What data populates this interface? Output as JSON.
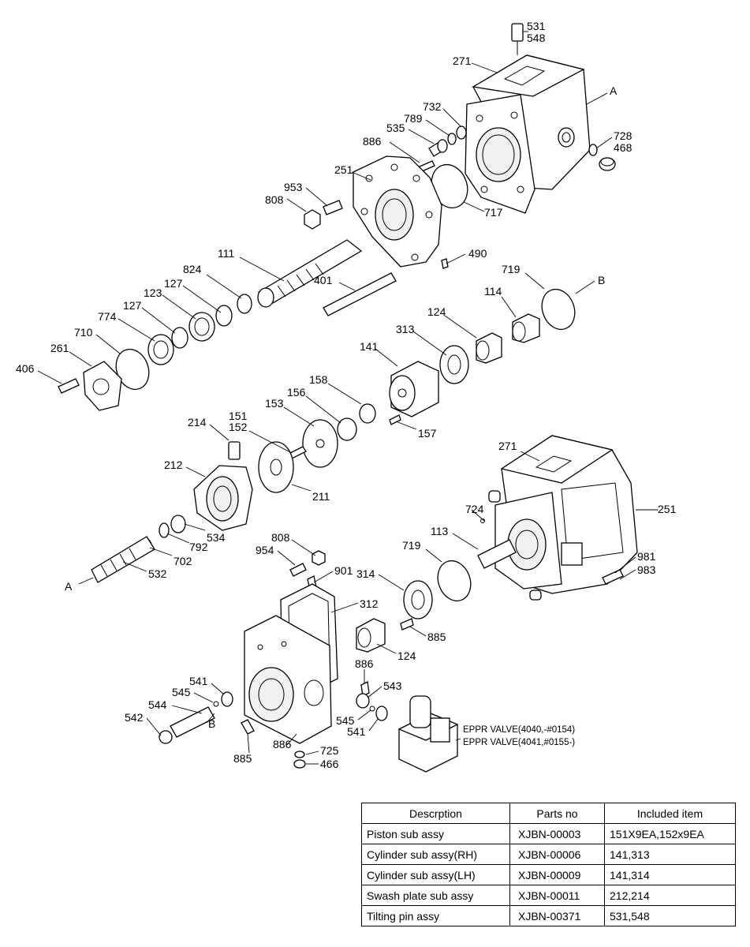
{
  "diagram": {
    "callouts": [
      {
        "id": "c531",
        "text": "531"
      },
      {
        "id": "c548",
        "text": "548"
      },
      {
        "id": "c271a",
        "text": "271"
      },
      {
        "id": "cA1",
        "text": "A"
      },
      {
        "id": "c732",
        "text": "732"
      },
      {
        "id": "c789",
        "text": "789"
      },
      {
        "id": "c535",
        "text": "535"
      },
      {
        "id": "c886a",
        "text": "886"
      },
      {
        "id": "c728",
        "text": "728"
      },
      {
        "id": "c468",
        "text": "468"
      },
      {
        "id": "c251a",
        "text": "251"
      },
      {
        "id": "c953",
        "text": "953"
      },
      {
        "id": "c808a",
        "text": "808"
      },
      {
        "id": "c717",
        "text": "717"
      },
      {
        "id": "c111",
        "text": "111"
      },
      {
        "id": "c490",
        "text": "490"
      },
      {
        "id": "c824",
        "text": "824"
      },
      {
        "id": "c127a",
        "text": "127"
      },
      {
        "id": "c401",
        "text": "401"
      },
      {
        "id": "c719a",
        "text": "719"
      },
      {
        "id": "cB1",
        "text": "B"
      },
      {
        "id": "c123",
        "text": "123"
      },
      {
        "id": "c127b",
        "text": "127"
      },
      {
        "id": "c114",
        "text": "114"
      },
      {
        "id": "c774",
        "text": "774"
      },
      {
        "id": "c710",
        "text": "710"
      },
      {
        "id": "c124a",
        "text": "124"
      },
      {
        "id": "c313",
        "text": "313"
      },
      {
        "id": "c261",
        "text": "261"
      },
      {
        "id": "c141",
        "text": "141"
      },
      {
        "id": "c406",
        "text": "406"
      },
      {
        "id": "c158",
        "text": "158"
      },
      {
        "id": "c156",
        "text": "156"
      },
      {
        "id": "c153",
        "text": "153"
      },
      {
        "id": "c157",
        "text": "157"
      },
      {
        "id": "c151",
        "text": "151"
      },
      {
        "id": "c214",
        "text": "214"
      },
      {
        "id": "c152",
        "text": "152"
      },
      {
        "id": "c271b",
        "text": "271"
      },
      {
        "id": "c212",
        "text": "212"
      },
      {
        "id": "c211",
        "text": "211"
      },
      {
        "id": "c724",
        "text": "724"
      },
      {
        "id": "c251b",
        "text": "251"
      },
      {
        "id": "c113",
        "text": "113"
      },
      {
        "id": "c534",
        "text": "534"
      },
      {
        "id": "c792",
        "text": "792"
      },
      {
        "id": "c702",
        "text": "702"
      },
      {
        "id": "c808b",
        "text": "808"
      },
      {
        "id": "c719b",
        "text": "719"
      },
      {
        "id": "c954",
        "text": "954"
      },
      {
        "id": "c901",
        "text": "901"
      },
      {
        "id": "c314",
        "text": "314"
      },
      {
        "id": "c981",
        "text": "981"
      },
      {
        "id": "c983",
        "text": "983"
      },
      {
        "id": "cA2",
        "text": "A"
      },
      {
        "id": "c532",
        "text": "532"
      },
      {
        "id": "c312",
        "text": "312"
      },
      {
        "id": "c885a",
        "text": "885"
      },
      {
        "id": "c124b",
        "text": "124"
      },
      {
        "id": "c886b",
        "text": "886"
      },
      {
        "id": "c541a",
        "text": "541"
      },
      {
        "id": "c543",
        "text": "543"
      },
      {
        "id": "c545a",
        "text": "545"
      },
      {
        "id": "c544",
        "text": "544"
      },
      {
        "id": "cB2",
        "text": "B"
      },
      {
        "id": "c542",
        "text": "542"
      },
      {
        "id": "c545b",
        "text": "545"
      },
      {
        "id": "c541b",
        "text": "541"
      },
      {
        "id": "c886c",
        "text": "886"
      },
      {
        "id": "c725",
        "text": "725"
      },
      {
        "id": "c885b",
        "text": "885"
      },
      {
        "id": "c466",
        "text": "466"
      }
    ],
    "notes": {
      "eppr_1": "EPPR VALVE(4040,-#0154)",
      "eppr_2": "EPPR VALVE(4041,#0155-)"
    }
  },
  "parts_table": {
    "headers": [
      "Descrption",
      "Parts no",
      "Included item"
    ],
    "rows": [
      [
        "Piston sub assy",
        "XJBN-00003",
        "151X9EA,152x9EA"
      ],
      [
        "Cylinder sub assy(RH)",
        "XJBN-00006",
        "141,313"
      ],
      [
        "Cylinder sub assy(LH)",
        "XJBN-00009",
        "141,314"
      ],
      [
        "Swash plate sub assy",
        "XJBN-00011",
        "212,214"
      ],
      [
        "Tilting pin assy",
        "XJBN-00371",
        "531,548"
      ]
    ]
  }
}
